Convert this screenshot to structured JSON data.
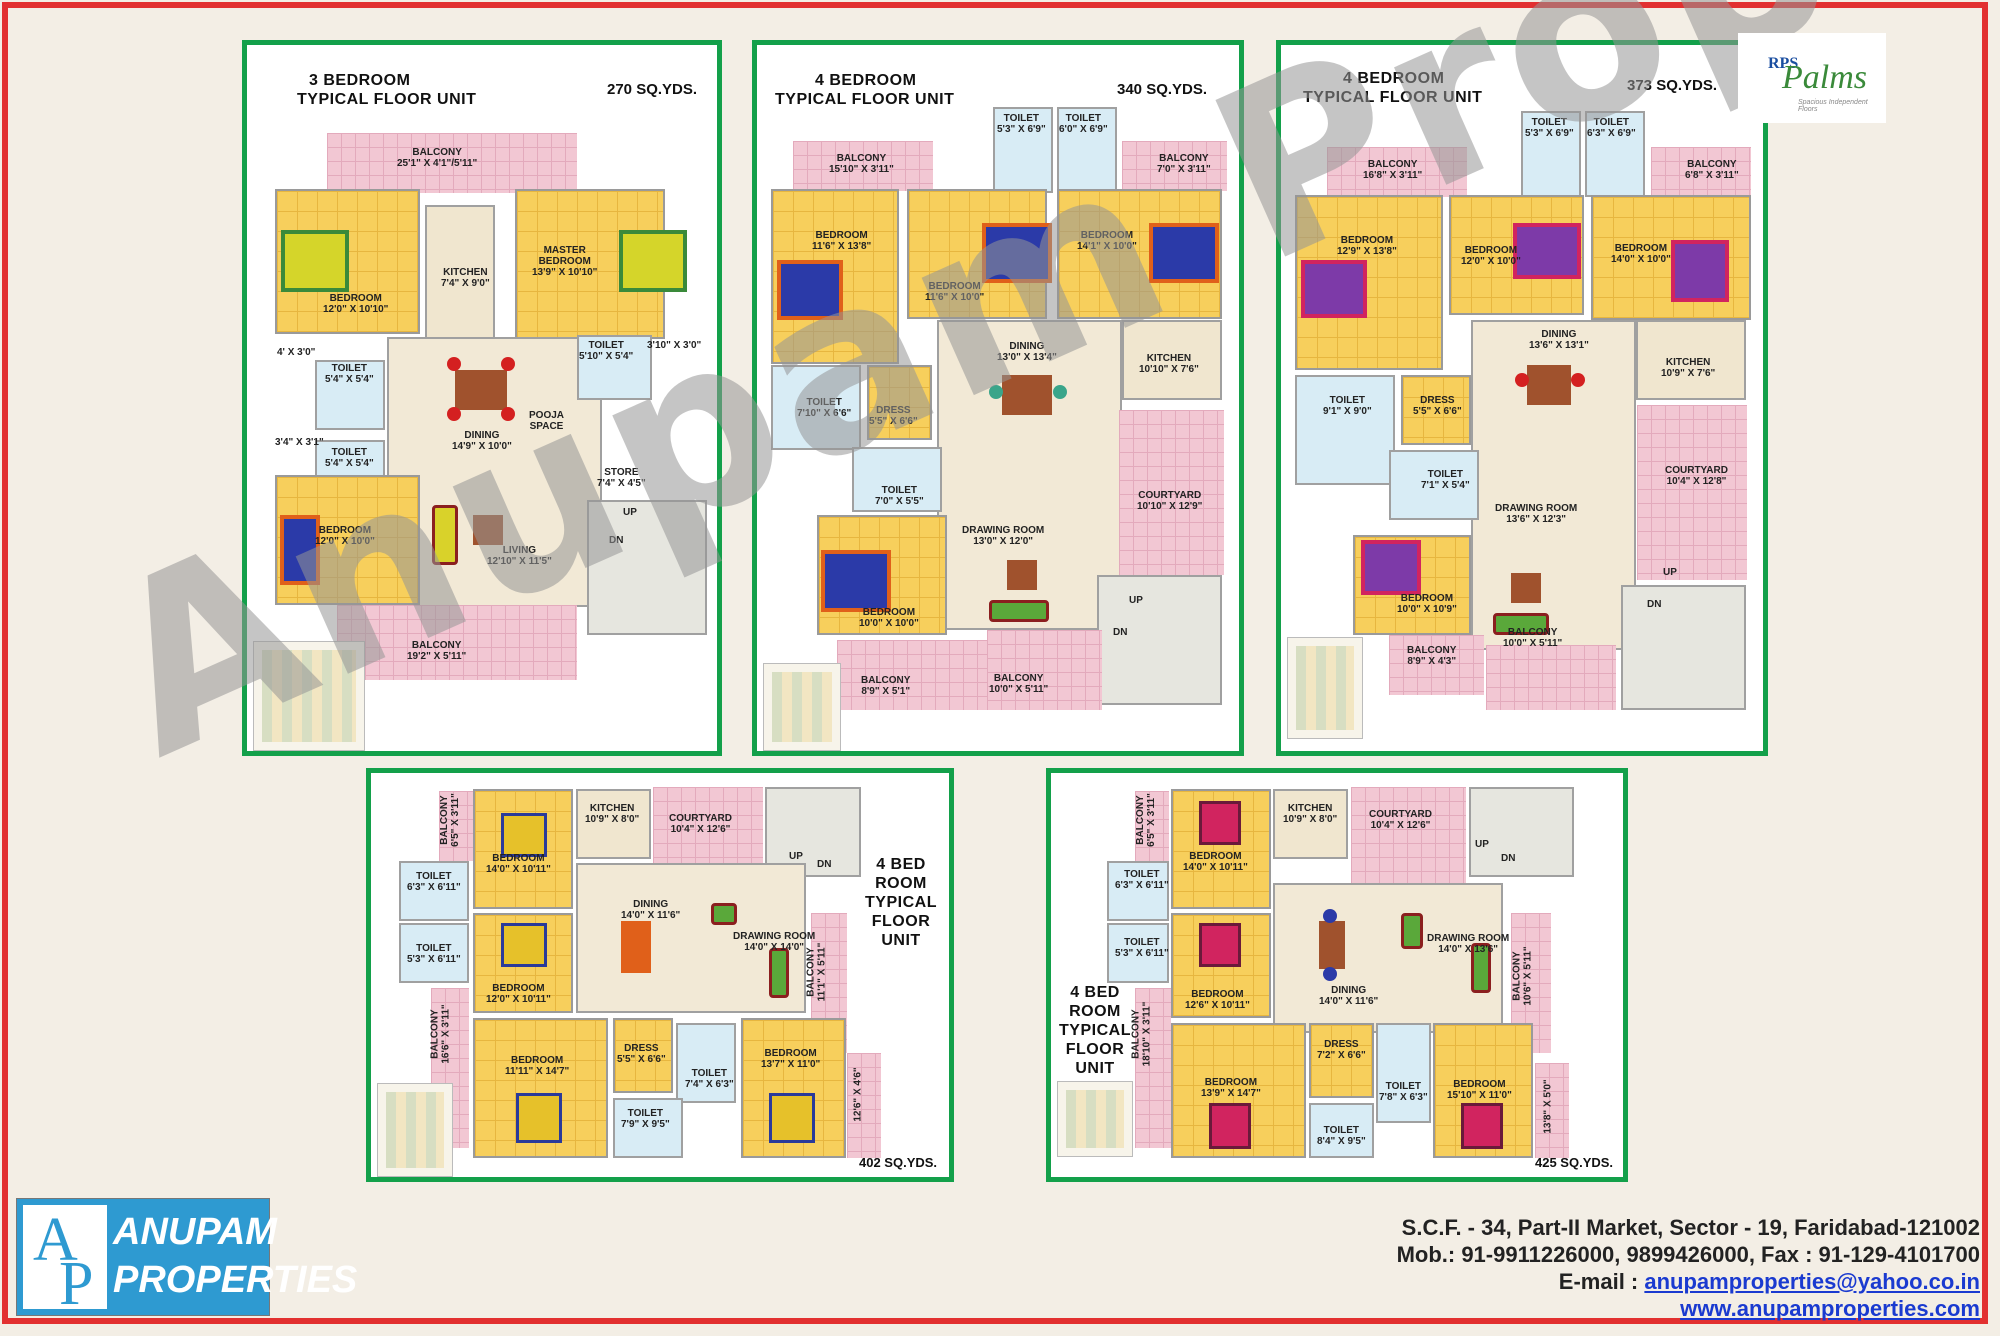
{
  "logos": {
    "rps_top": "RPS",
    "rps_script": "Palms",
    "rps_sub": "Spacious Independent Floors",
    "anupam_letters_a": "A",
    "anupam_letters_p": "P",
    "anupam_name1": "ANUPAM",
    "anupam_name2": "PROPERTIES"
  },
  "watermark": "Anupam Properties",
  "plans": [
    {
      "title_line1": "3 BEDROOM",
      "title_line2": "TYPICAL FLOOR UNIT",
      "size": "270 SQ.YDS.",
      "rooms": [
        "BALCONY\n25'1\" X 4'1\"/5'11\"",
        "MASTER\nBEDROOM\n13'9\" X 10'10\"",
        "KITCHEN\n7'4\" X 9'0\"",
        "BEDROOM\n12'0\" X 10'10\"",
        "TOILET\n5'10\" X 5'4\"",
        "3'10\" X 3'0\"",
        "4' X 3'0\"",
        "TOILET\n5'4\" X 5'4\"",
        "DINING\n14'9\" X 10'0\"",
        "POOJA\nSPACE",
        "3'4\" X 3'1\"",
        "TOILET\n5'4\" X 5'4\"",
        "STORE\n7'4\" X 4'5\"",
        "BEDROOM\n12'0\" X 10'0\"",
        "LIVING\n12'10\" X 11'5\"",
        "UP",
        "DN",
        "BALCONY\n19'2\" X 5'11\""
      ]
    },
    {
      "title_line1": "4 BEDROOM",
      "title_line2": "TYPICAL FLOOR UNIT",
      "size": "340 SQ.YDS.",
      "rooms": [
        "TOILET\n5'3\" X 6'9\"",
        "TOILET\n6'0\" X 6'9\"",
        "BALCONY\n15'10\" X 3'11\"",
        "BALCONY\n7'0\" X 3'11\"",
        "BEDROOM\n11'6\" X 13'8\"",
        "BEDROOM\n11'6\" X 10'0\"",
        "BEDROOM\n14'1\" X 10'0\"",
        "DINING\n13'0\" X 13'4\"",
        "KITCHEN\n10'10\" X 7'6\"",
        "TOILET\n7'10\" X 6'6\"",
        "DRESS\n5'5\" X 6'6\"",
        "TOILET\n7'0\" X 5'5\"",
        "COURTYARD\n10'10\" X 12'9\"",
        "DRAWING ROOM\n13'0\" X 12'0\"",
        "BEDROOM\n10'0\" X 10'0\"",
        "UP",
        "DN",
        "BALCONY\n8'9\" X 5'1\"",
        "BALCONY\n10'0\" X 5'11\""
      ]
    },
    {
      "title_line1": "4 BEDROOM",
      "title_line2": "TYPICAL FLOOR UNIT",
      "size": "373 SQ.YDS.",
      "rooms": [
        "TOILET\n5'3\" X 6'9\"",
        "TOILET\n6'3\" X 6'9\"",
        "BALCONY\n16'8\" X 3'11\"",
        "BALCONY\n6'8\" X 3'11\"",
        "BEDROOM\n12'9\" X 13'8\"",
        "BEDROOM\n12'0\" X 10'0\"",
        "BEDROOM\n14'0\" X 10'0\"",
        "DINING\n13'6\" X 13'1\"",
        "KITCHEN\n10'9\" X 7'6\"",
        "TOILET\n9'1\" X 9'0\"",
        "DRESS\n5'5\" X 6'6\"",
        "TOILET\n7'1\" X 5'4\"",
        "COURTYARD\n10'4\" X 12'8\"",
        "DRAWING ROOM\n13'6\" X 12'3\"",
        "BEDROOM\n10'0\" X 10'9\"",
        "UP",
        "DN",
        "BALCONY\n8'9\" X 4'3\"",
        "BALCONY\n10'0\" X 5'11\""
      ]
    },
    {
      "title_line1": "4 BED",
      "title_line2": "ROOM",
      "title_line3": "TYPICAL",
      "title_line4": "FLOOR",
      "title_line5": "UNIT",
      "size": "402 SQ.YDS.",
      "rooms": [
        "BALCONY\n6'5\" X 3'11\"",
        "BEDROOM\n14'0\" X 10'11\"",
        "KITCHEN\n10'9\" X 8'0\"",
        "COURTYARD\n10'4\" X 12'6\"",
        "UP",
        "DN",
        "TOILET\n6'3\" X 6'11\"",
        "TOILET\n5'3\" X 6'11\"",
        "DINING\n14'0\" X 11'6\"",
        "DRAWING ROOM\n14'0\" X 14'0\"",
        "BALCONY\n11'1\" X 5'11\"",
        "BEDROOM\n12'0\" X 10'11\"",
        "BALCONY\n16'6\" X 3'11\"",
        "BEDROOM\n11'11\" X 14'7\"",
        "DRESS\n5'5\" X 6'6\"",
        "TOILET\n7'4\" X 6'3\"",
        "BEDROOM\n13'7\" X 11'0\"",
        "TOILET\n7'9\" X 9'5\"",
        "12'6\" X 4'6\""
      ]
    },
    {
      "title_line1": "4 BED",
      "title_line2": "ROOM",
      "title_line3": "TYPICAL",
      "title_line4": "FLOOR",
      "title_line5": "UNIT",
      "size": "425 SQ.YDS.",
      "rooms": [
        "BALCONY\n6'5\" X 3'11\"",
        "BEDROOM\n14'0\" X 10'11\"",
        "KITCHEN\n10'9\" X 8'0\"",
        "COURTYARD\n10'4\" X 12'6\"",
        "UP",
        "DN",
        "TOILET\n6'3\" X 6'11\"",
        "TOILET\n5'3\" X 6'11\"",
        "DRAWING ROOM\n14'0\" X 13'6\"",
        "BALCONY\n10'6\" X 5'11\"",
        "DINING\n14'0\" X 11'6\"",
        "BEDROOM\n12'6\" X 10'11\"",
        "BALCONY\n18'10\" X 3'11\"",
        "DRESS\n7'2\" X 6'6\"",
        "BEDROOM\n13'9\" X 14'7\"",
        "TOILET\n7'8\" X 6'3\"",
        "BEDROOM\n15'10\" X 11'0\"",
        "TOILET\n8'4\" X 9'5\"",
        "13'8\" X 5'0\""
      ]
    }
  ],
  "contact": {
    "address": "S.C.F. - 34, Part-II Market, Sector - 19, Faridabad-121002",
    "phones": "Mob.: 91-9911226000, 9899426000, Fax : 91-129-4101700",
    "email_label": "E-mail :",
    "email": "anupamproperties@yahoo.co.in",
    "website": "www.anupamproperties.com"
  }
}
